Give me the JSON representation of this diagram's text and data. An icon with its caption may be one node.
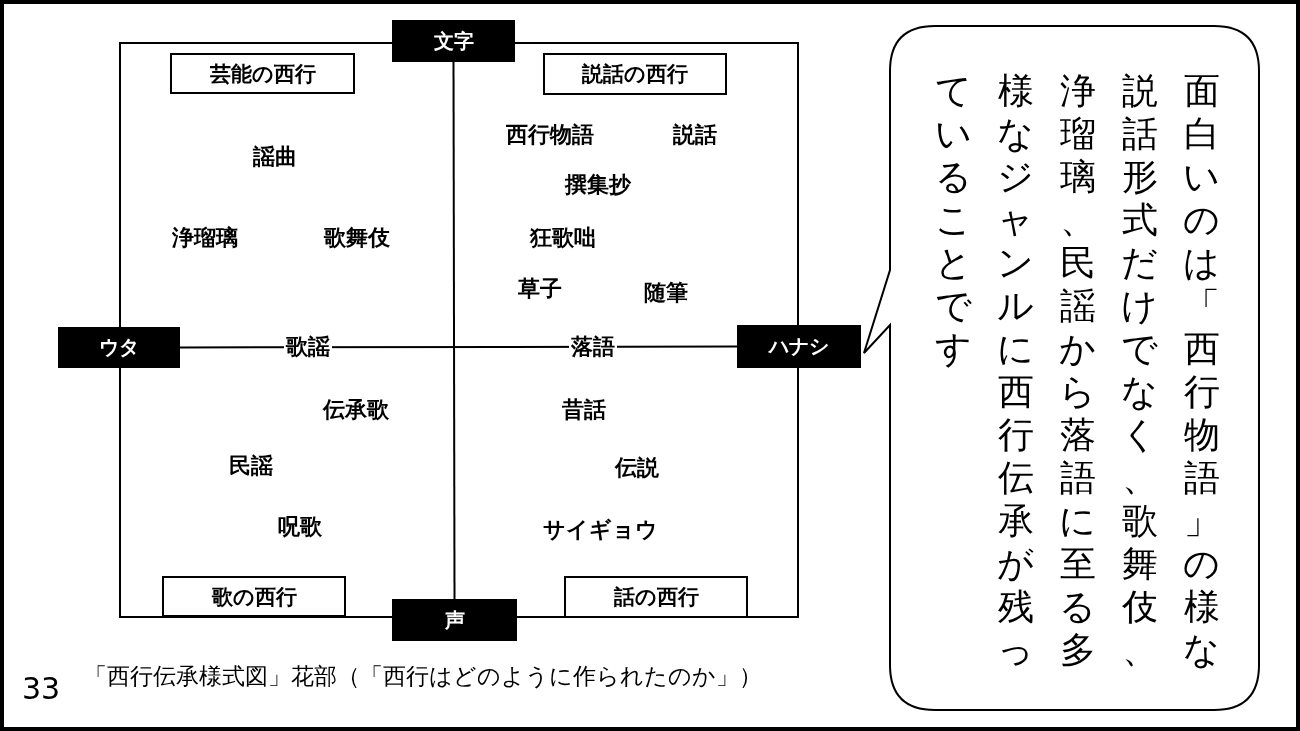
{
  "diagram": {
    "caption": "「西行伝承様式図」花部（「西行はどのように作られたのか」）",
    "nodes": [
      {
        "text": [
          "文字"
        ]
      },
      {
        "text": [
          "芸能の西行"
        ]
      },
      {
        "text": [
          "説話の西行"
        ]
      },
      {
        "text": [
          "ウタ"
        ]
      },
      {
        "text": [
          "ハナシ"
        ]
      },
      {
        "text": [
          "歌の西行"
        ]
      },
      {
        "text": [
          "話の西行"
        ]
      },
      {
        "text": [
          "声"
        ]
      },
      {
        "text": [
          "面白いのは「西行物語」の様な説話形式だけでなく、歌舞伎、浄瑠璃、民謡から落語に至る多様なジャンルに西行伝承が残っていることです"
        ]
      }
    ],
    "edges": [
      {
        "from": 0,
        "to": 7,
        "arrow": "none"
      },
      {
        "from": 3,
        "to": 4,
        "arrow": "none"
      }
    ],
    "labels": [
      "謡曲",
      "西行物語",
      "説話",
      "撰集抄",
      "浄瑠璃",
      "歌舞伎",
      "狂歌咄",
      "草子",
      "随筆",
      "歌謡",
      "落語",
      "伝承歌",
      "昔話",
      "民謡",
      "伝説",
      "呪歌",
      "サイギョウ",
      "33"
    ]
  }
}
